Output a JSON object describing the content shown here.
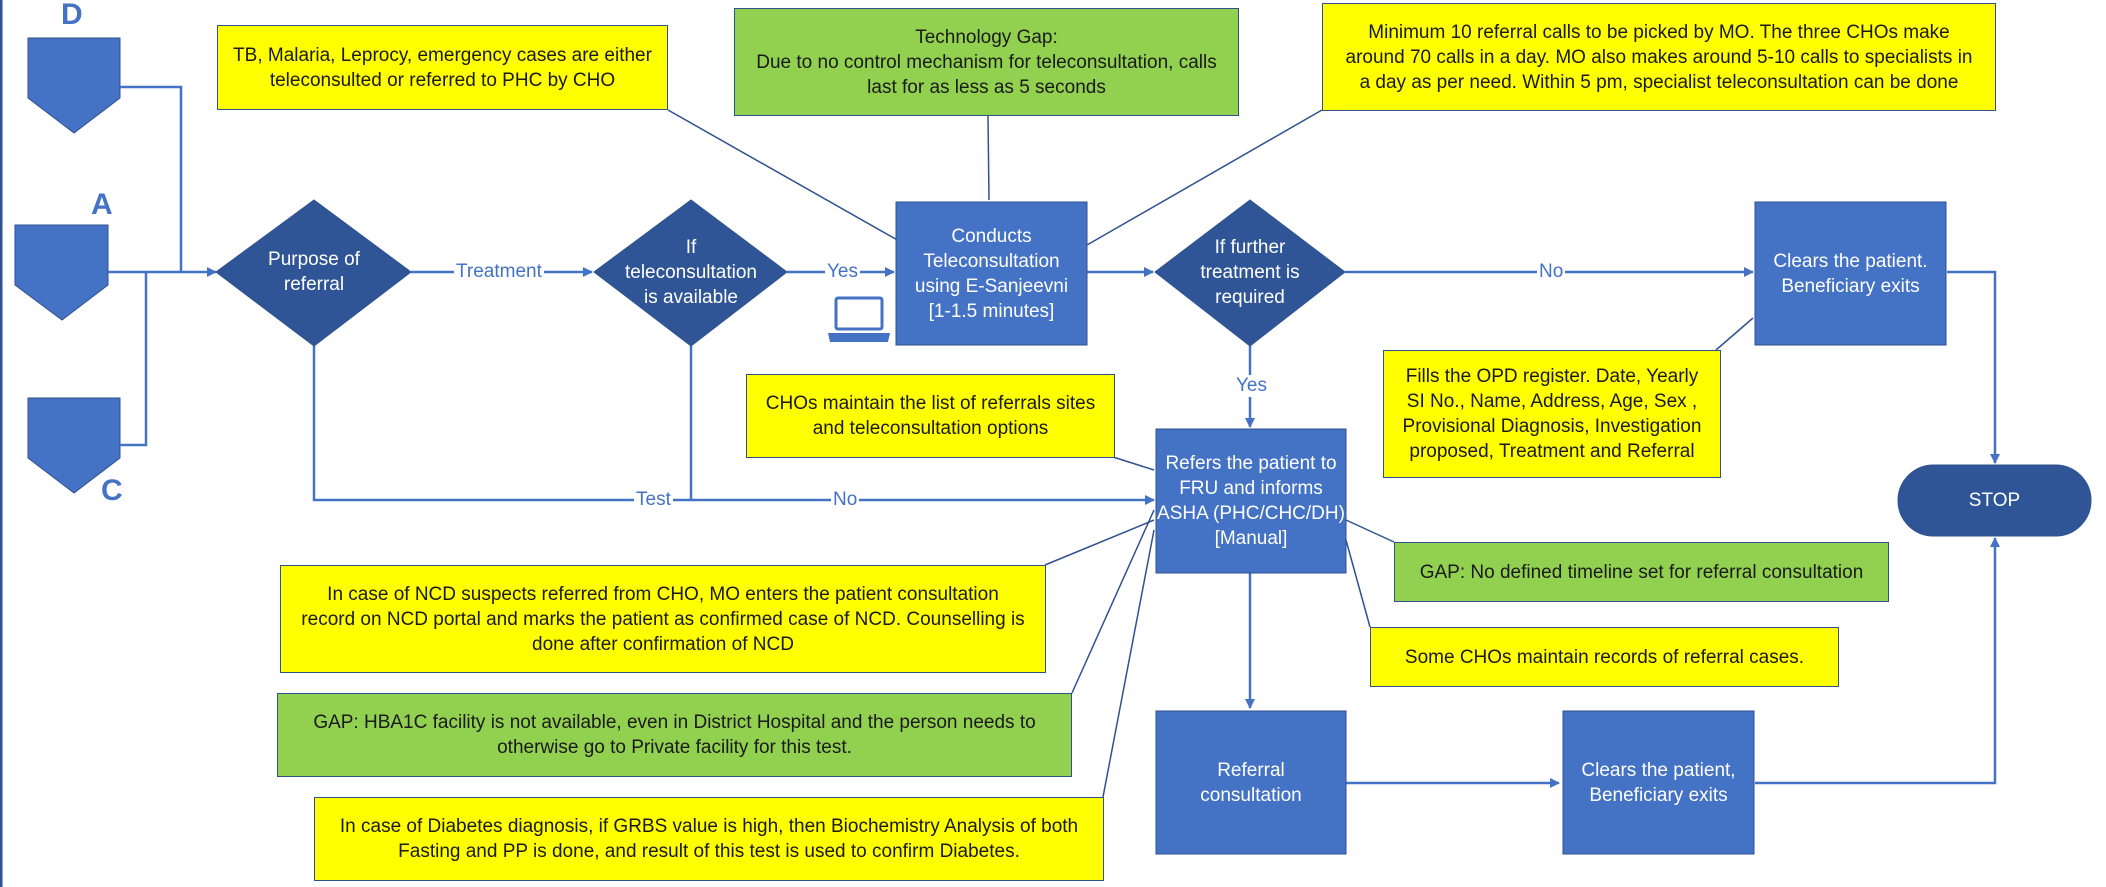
{
  "colors": {
    "shape_fill": "#4472c4",
    "diamond_fill": "#2f5597",
    "shape_stroke": "#2f528f",
    "note_yellow": "#ffff00",
    "note_green": "#92d050",
    "connector": "#4472c4"
  },
  "connectors": {
    "d": "D",
    "a": "A",
    "c": "C"
  },
  "nodes": {
    "purpose": "Purpose of\nreferral",
    "teleconsult_available": "If\nteleconsultation\nis available",
    "conducts": "Conducts\nTeleconsultation\nusing E-Sanjeevni\n[1-1.5 minutes]",
    "further_treatment": "If further\ntreatment is\nrequired",
    "clears_top": "Clears the patient.\nBeneficiary exits",
    "refers": "Refers the patient to\nFRU and informs\nASHA (PHC/CHC/DH)\n[Manual]",
    "referral_consultation": "Referral\nconsultation",
    "clears_bottom": "Clears the patient,\nBeneficiary exits",
    "stop": "STOP"
  },
  "edge_labels": {
    "treatment": "Treatment",
    "yes_tele": "Yes",
    "no_further": "No",
    "yes_further": "Yes",
    "test": "Test",
    "no_tele": "No"
  },
  "notes": {
    "tb": "TB, Malaria, Leprocy, emergency cases are either\nteleconsulted or referred to PHC by CHO",
    "tech_gap": "Technology Gap:\nDue to no control mechanism for teleconsultation, calls\nlast for as less as 5 seconds",
    "min_calls": "Minimum 10 referral calls to be picked by MO. The three CHOs make\naround 70 calls in a day. MO also makes around 5-10 calls to specialists in\na day as per need. Within 5 pm, specialist teleconsultation can be done",
    "opd": "Fills the OPD register. Date, Yearly\nSI No., Name, Address, Age, Sex ,\nProvisional Diagnosis, Investigation\nproposed, Treatment and Referral",
    "cho_list": "CHOs maintain the list of referrals sites\nand teleconsultation options",
    "gap_timeline": "GAP: No defined timeline set for referral consultation",
    "some_chos": "Some CHOs maintain records of referral cases.",
    "ncd": "In case of NCD suspects referred from CHO, MO enters the patient consultation\nrecord on NCD portal and marks the patient as confirmed case of NCD. Counselling is\ndone after confirmation of NCD",
    "hba1c": "GAP: HBA1C facility is not available, even in District Hospital and the person needs to\notherwise go to Private facility for this test.",
    "diabetes": "In case of Diabetes diagnosis, if GRBS value is high, then Biochemistry Analysis of both\nFasting and PP is done, and result of this test is used to confirm Diabetes."
  },
  "icons": {
    "laptop": "laptop-icon"
  }
}
